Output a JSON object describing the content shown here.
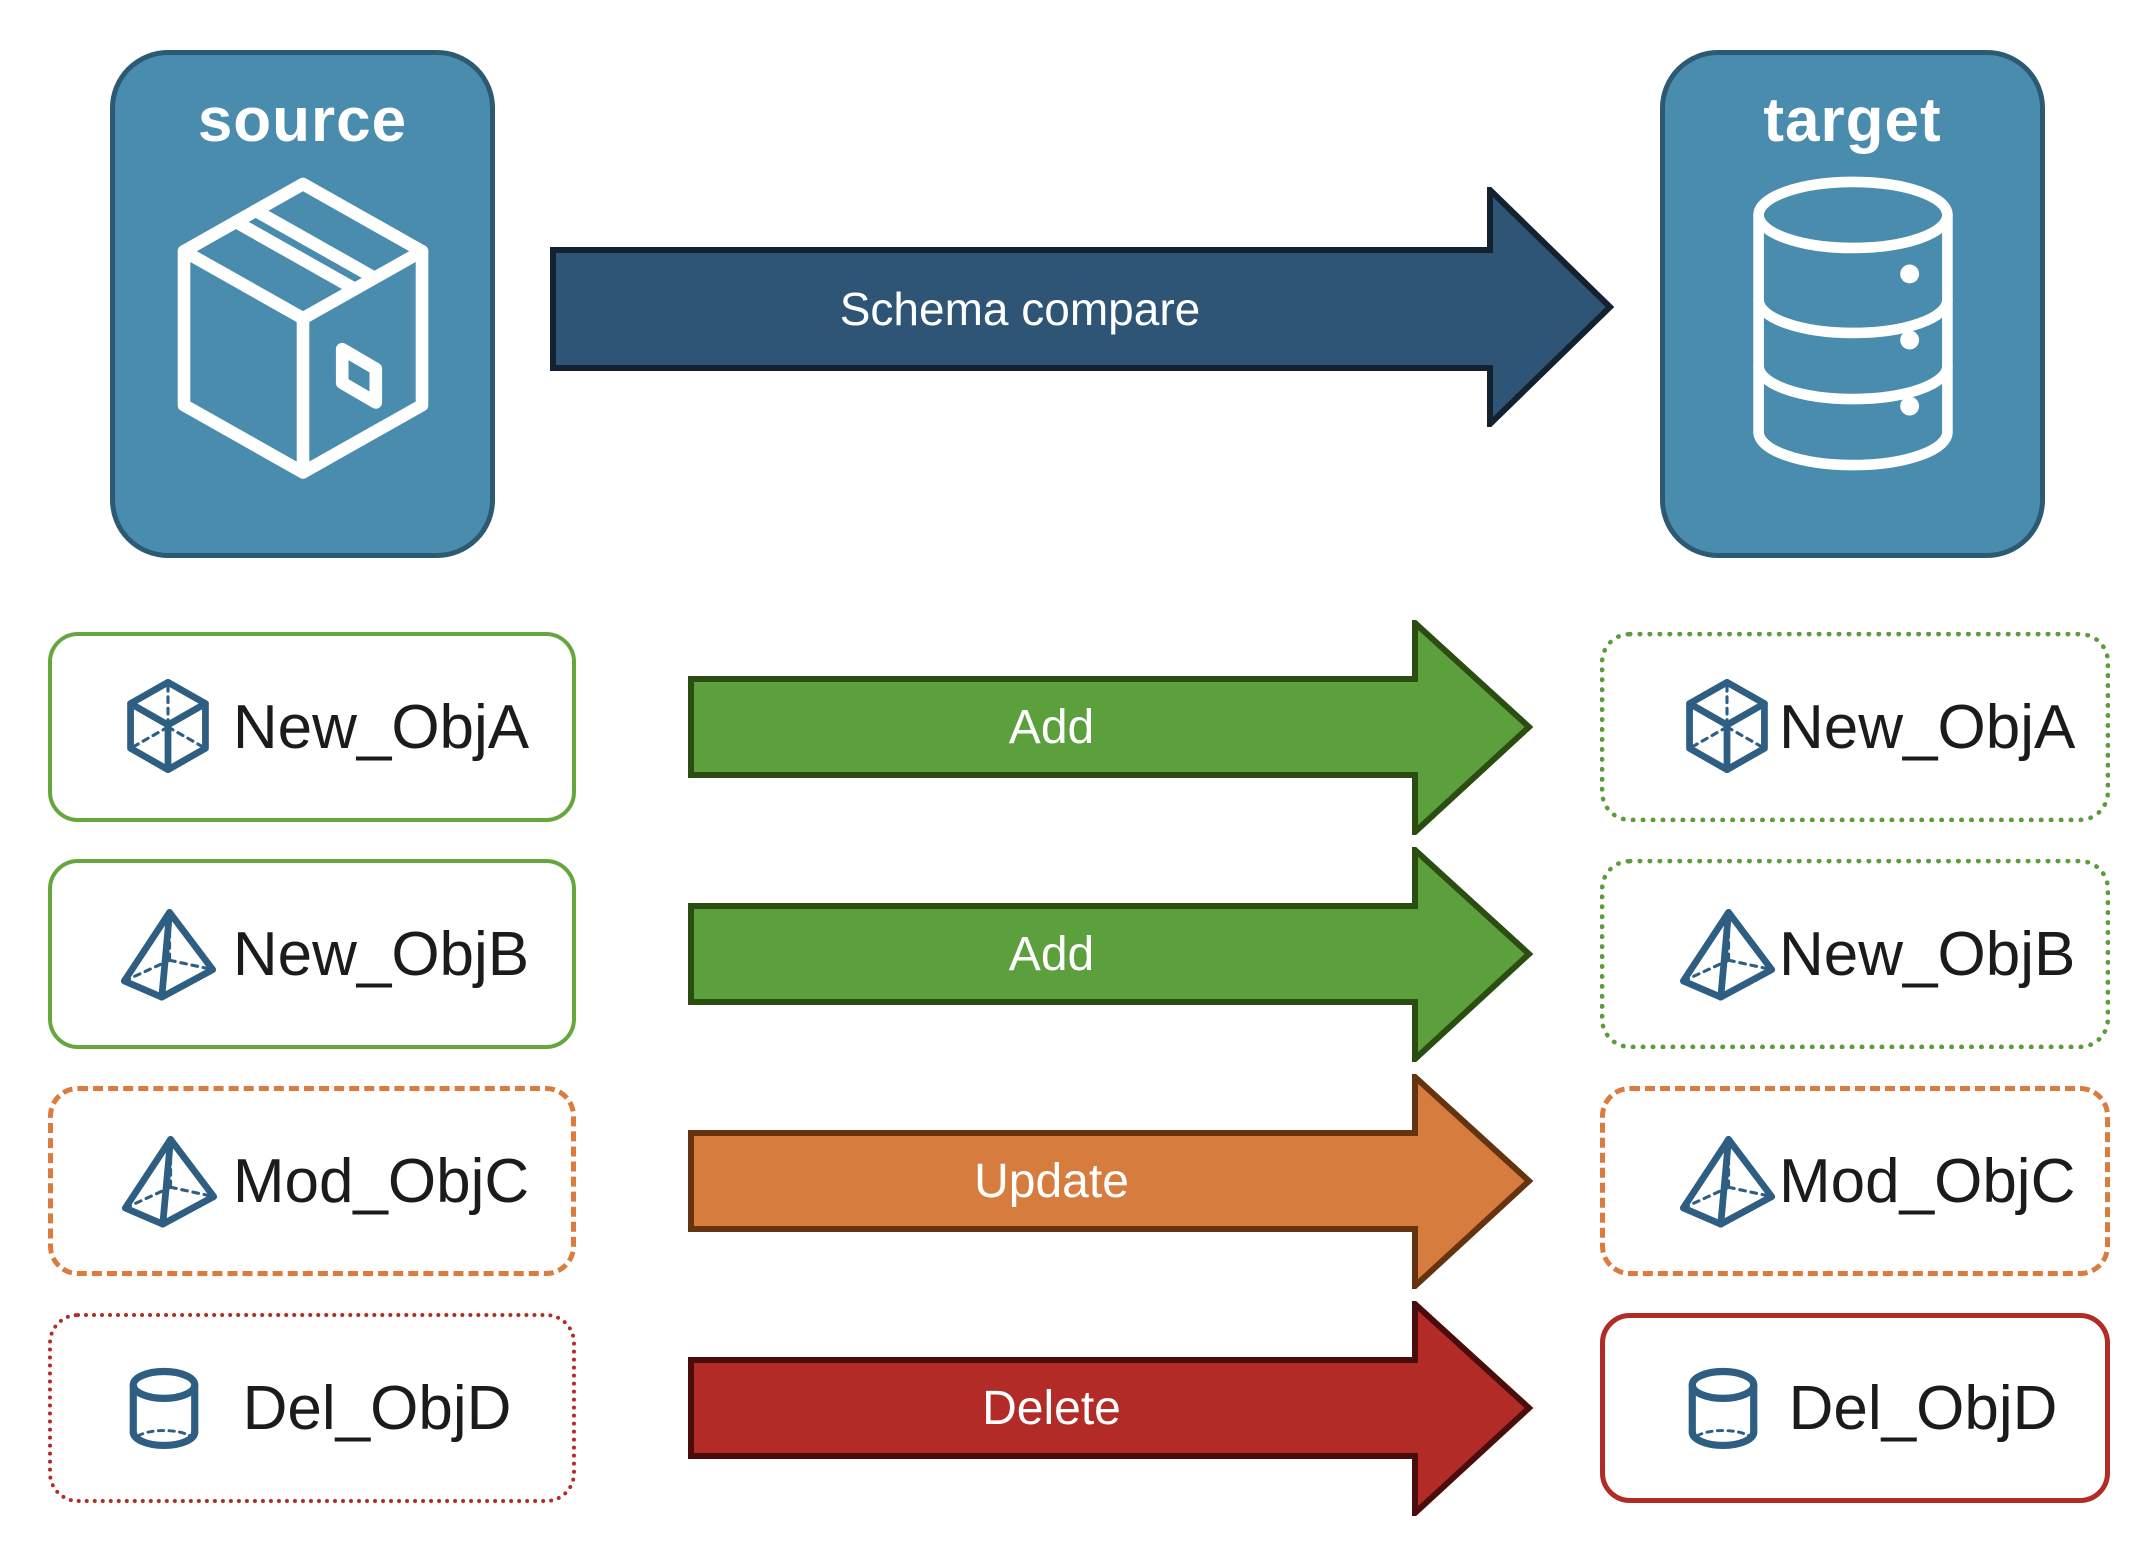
{
  "diagram": {
    "source": {
      "label": "source",
      "icon": "package-box-icon"
    },
    "target": {
      "label": "target",
      "icon": "database-icon"
    },
    "compare": {
      "label": "Schema compare"
    },
    "rows": [
      {
        "object": "New_ObjA",
        "action": "Add",
        "target_object": "New_ObjA",
        "icon": "cube-icon",
        "change": "added"
      },
      {
        "object": "New_ObjB",
        "action": "Add",
        "target_object": "New_ObjB",
        "icon": "pyramid-icon",
        "change": "added"
      },
      {
        "object": "Mod_ObjC",
        "action": "Update",
        "target_object": "Mod_ObjC",
        "icon": "pyramid-icon",
        "change": "modified"
      },
      {
        "object": "Del_ObjD",
        "action": "Delete",
        "target_object": "Del_ObjD",
        "icon": "cylinder-icon",
        "change": "deleted"
      }
    ],
    "colors": {
      "node_fill": "#4A8CAD",
      "node_border": "#2B5A72",
      "icon_blue": "#2E5F82",
      "compare_fill": "#2E5476",
      "compare_border": "#14222F",
      "add_fill": "#5C9F3D",
      "add_border": "#2C4D12",
      "green_box_border": "#66A63F",
      "update_fill": "#D77C3F",
      "update_border": "#64330F",
      "orange_box_border": "#DB7C3E",
      "delete_fill": "#B22B27",
      "delete_border": "#4A0D0B",
      "red_box_border": "#B22B27",
      "label_text": "#1B1B1B",
      "arrow_text": "#FFFFFF",
      "background": "#FFFFFF"
    }
  }
}
